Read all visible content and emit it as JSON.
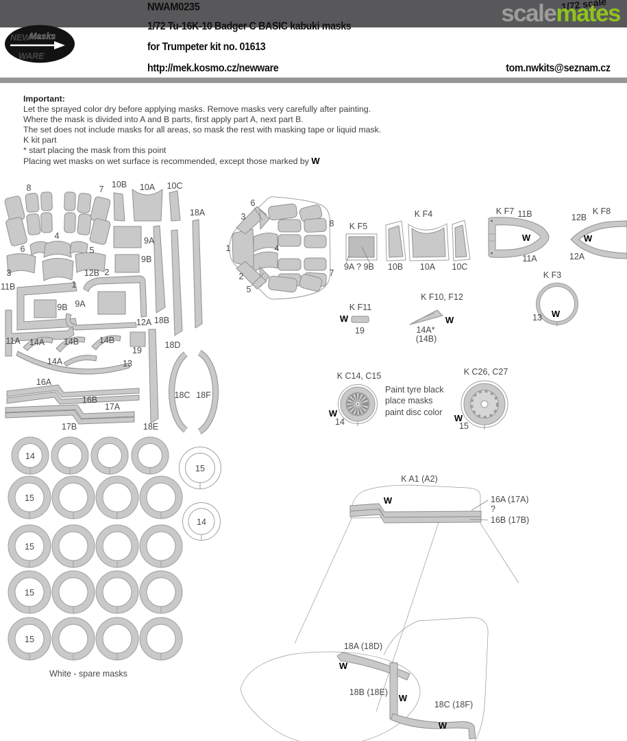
{
  "header": {
    "product_code": "NWAM0235",
    "scale_note": "1/72 scale",
    "title": "1/72 Tu-16K-10 Badger C BASIC kabuki masks",
    "subtitle": "for Trumpeter kit no. 01613",
    "website": "http://mek.kosmo.cz/newware",
    "email": "tom.nwkits@seznam.cz",
    "logo": {
      "top": "NEW",
      "mid": "Masks",
      "bottom": "WARE"
    },
    "watermark": {
      "left": "scale",
      "right": "mates",
      "left_color": "#9d9d9c",
      "right_color": "#8fc31f"
    }
  },
  "notes": {
    "heading": "Important:",
    "line1": "Let the sprayed color dry before applying masks. Remove masks very carefully after painting.",
    "line2": "Where the mask is divided into A and B parts, first apply part A, next part B.",
    "line3": "The set does not include masks for all areas, so mask the rest with masking tape or liquid mask.",
    "line4": "K kit part",
    "line5": "*  start placing the mask from this point",
    "line6": "Placing wet masks on wet surface is recommended, except those marked by ",
    "w_symbol": "W"
  },
  "sheet": {
    "labels": [
      "8",
      "7",
      "10B",
      "10A",
      "10C",
      "18A",
      "9A",
      "9B",
      "3",
      "6",
      "4",
      "5",
      "2",
      "12B",
      "1",
      "11B",
      "9B",
      "9A",
      "12A",
      "18B",
      "11A",
      "14A",
      "14B",
      "14B",
      "18D",
      "19",
      "14A",
      "13",
      "16A",
      "16B",
      "17A",
      "17B",
      "18E",
      "18C",
      "18F",
      "14",
      "15",
      "15",
      "14",
      "15",
      "15",
      "15"
    ],
    "spare_note": "White - spare masks"
  },
  "diagrams": {
    "w": "W",
    "nose_callouts": [
      "6",
      "3",
      "1",
      "2",
      "5",
      "4",
      "8",
      "7"
    ],
    "kf5_title": "K F5",
    "kf5_label": "9A ? 9B",
    "s10b": "10B",
    "kf4_title": "K F4",
    "kf4_label": "10A",
    "s10c": "10C",
    "kf7_title": "K F7",
    "kf7_top": "11B",
    "kf7_bottom": "11A",
    "kf8_title": "K F8",
    "kf8_top": "12B",
    "kf8_bottom": "12A",
    "kf3_title": "K F3",
    "kf3_label": "13",
    "kf11_title": "K F11",
    "kf11_label": "19",
    "kf10_title": "K F10, F12",
    "kf10_label": "14A*",
    "kf10_label2": "(14B)",
    "kc14_title": "K C14, C15",
    "kc14_label": "14",
    "wheel_note1": "Paint tyre black",
    "wheel_note2": "place masks",
    "wheel_note3": "paint disc color",
    "kc26_title": "K C26, C27",
    "kc26_label": "15",
    "ka1_title": "K A1 (A2)",
    "ka1_c1": "16A (17A)",
    "ka1_c2": "?",
    "ka1_c3": "16B (17B)",
    "nac_l1": "18A (18D)",
    "nac_l2": "18B (18E)",
    "nac_l3": "18C  (18F)"
  }
}
